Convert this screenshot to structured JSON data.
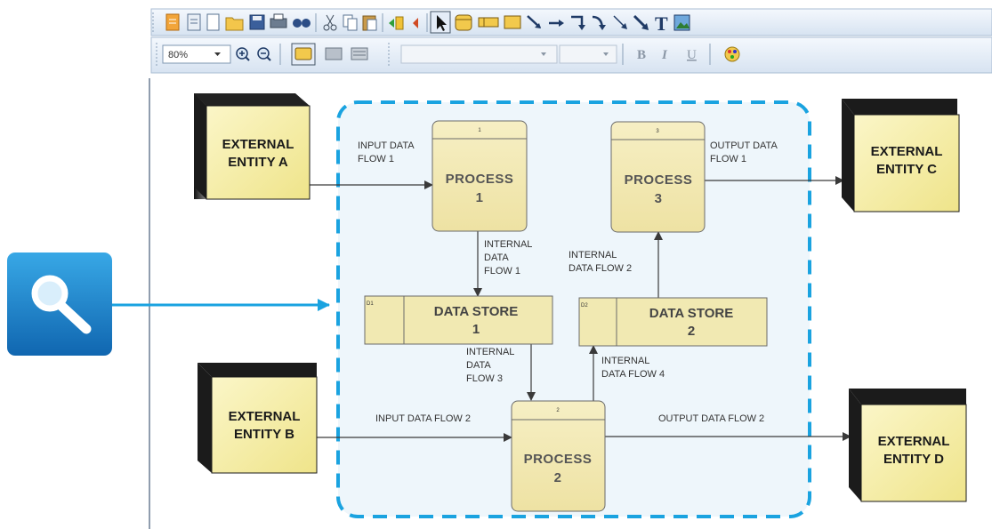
{
  "toolbar": {
    "zoom_value": "80%",
    "font_select_value": "",
    "size_select_value": "",
    "bold_label": "B",
    "italic_label": "I",
    "underline_label": "U",
    "text_tool_label": "T"
  },
  "entities": [
    {
      "line1": "EXTERNAL",
      "line2": "ENTITY A"
    },
    {
      "line1": "EXTERNAL",
      "line2": "ENTITY B"
    },
    {
      "line1": "EXTERNAL",
      "line2": "ENTITY C"
    },
    {
      "line1": "EXTERNAL",
      "line2": "ENTITY D"
    }
  ],
  "processes": [
    {
      "id": "1",
      "line1": "PROCESS",
      "line2": "1"
    },
    {
      "id": "3",
      "line1": "PROCESS",
      "line2": "3"
    },
    {
      "id": "2",
      "line1": "PROCESS",
      "line2": "2"
    }
  ],
  "stores": [
    {
      "id": "D1",
      "line1": "DATA STORE",
      "line2": "1"
    },
    {
      "id": "D2",
      "line1": "DATA STORE",
      "line2": "2"
    }
  ],
  "flows": {
    "input1": [
      "INPUT DATA",
      "FLOW 1"
    ],
    "output1": [
      "OUTPUT DATA",
      "FLOW 1"
    ],
    "internal1": [
      "INTERNAL",
      "DATA",
      "FLOW 1"
    ],
    "internal2": [
      "INTERNAL",
      "DATA FLOW 2"
    ],
    "internal3": [
      "INTERNAL",
      "DATA",
      "FLOW 3"
    ],
    "internal4": [
      "INTERNAL",
      "DATA FLOW 4"
    ],
    "input2": "INPUT DATA FLOW 2",
    "output2": "OUTPUT DATA FLOW 2"
  },
  "colors": {
    "accent_blue": "#1aa3e0",
    "entity_fill": "#f7f0a8",
    "process_fill": "#f1e9b2",
    "boundary_fill": "#eef6fb"
  },
  "icons": {
    "search_callout": "magnifier-icon"
  }
}
